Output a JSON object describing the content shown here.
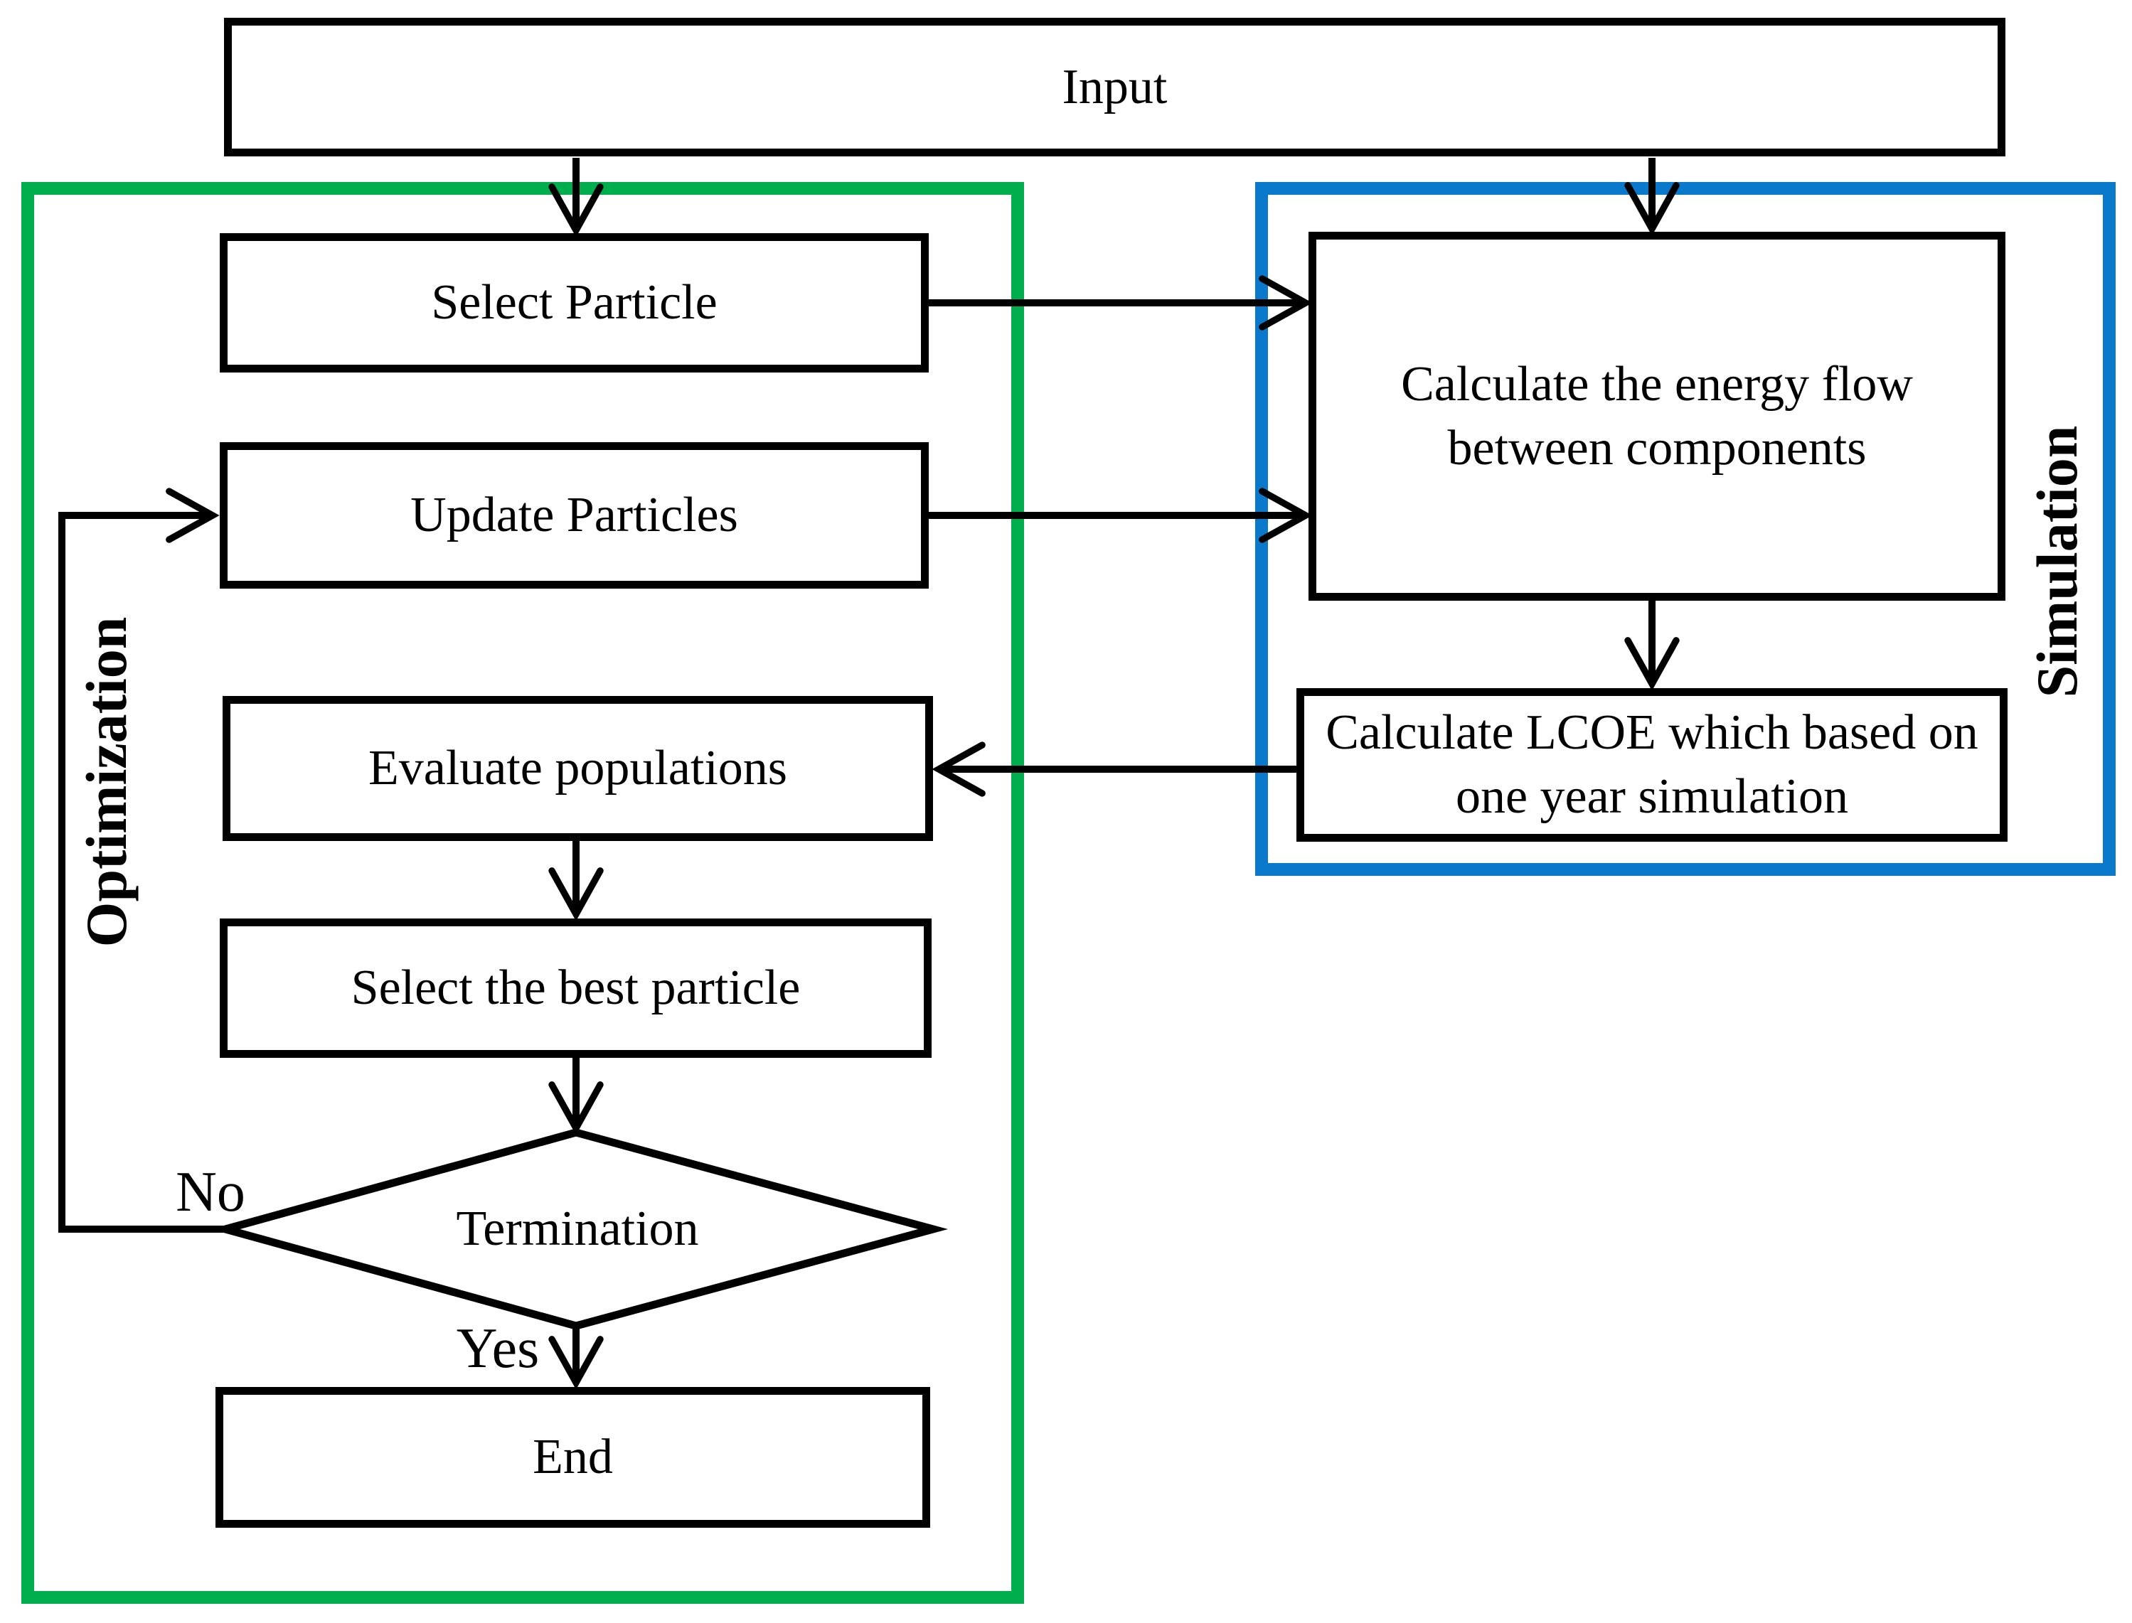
{
  "groups": {
    "optimization": {
      "label": "Optimization",
      "border_color": "#00ae4d"
    },
    "simulation": {
      "label": "Simulation",
      "border_color": "#0b79cb"
    }
  },
  "nodes": {
    "input": {
      "label": "Input"
    },
    "select_particle": {
      "label": "Select Particle"
    },
    "update_particles": {
      "label": "Update Particles"
    },
    "evaluate_populations": {
      "label": "Evaluate populations"
    },
    "select_best_particle": {
      "label": "Select the best particle"
    },
    "termination": {
      "label": "Termination"
    },
    "end": {
      "label": "End"
    },
    "calculate_energy_flow": {
      "label": "Calculate the energy flow\nbetween components"
    },
    "calculate_lcoe": {
      "label": "Calculate LCOE which based on\none year simulation"
    }
  },
  "edge_labels": {
    "no": "No",
    "yes": "Yes"
  },
  "colors": {
    "node_border": "#000000",
    "connector": "#000000",
    "node_fill": "#ffffff",
    "text": "#000000",
    "background": "#ffffff"
  }
}
